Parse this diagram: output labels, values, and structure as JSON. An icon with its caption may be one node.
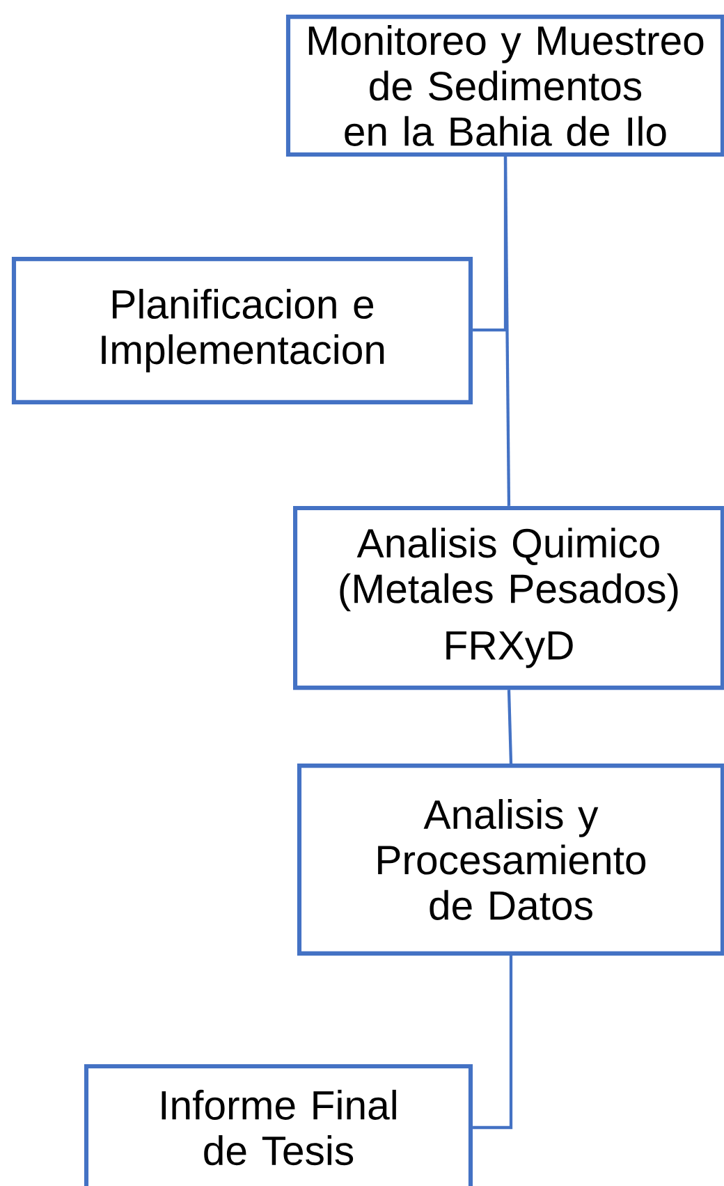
{
  "diagram": {
    "nodes": [
      {
        "text": [
          "Monitoreo y Muestreo de Sedimentos en la Bahia de Ilo"
        ]
      },
      {
        "text": [
          "Planificacion  e Implementacion"
        ]
      },
      {
        "text": [
          "Analisis Quimico (Metales Pesados)",
          "FRXyD"
        ]
      },
      {
        "text": [
          "Analisis y Procesamiento de Datos"
        ]
      },
      {
        "text": [
          "Informe Final de Tesis"
        ]
      }
    ],
    "edges": [
      {
        "from": 0,
        "to": 1,
        "arrow": "none"
      },
      {
        "from": 0,
        "to": 2,
        "arrow": "none"
      },
      {
        "from": 2,
        "to": 3,
        "arrow": "none"
      },
      {
        "from": 3,
        "to": 4,
        "arrow": "none"
      }
    ]
  }
}
